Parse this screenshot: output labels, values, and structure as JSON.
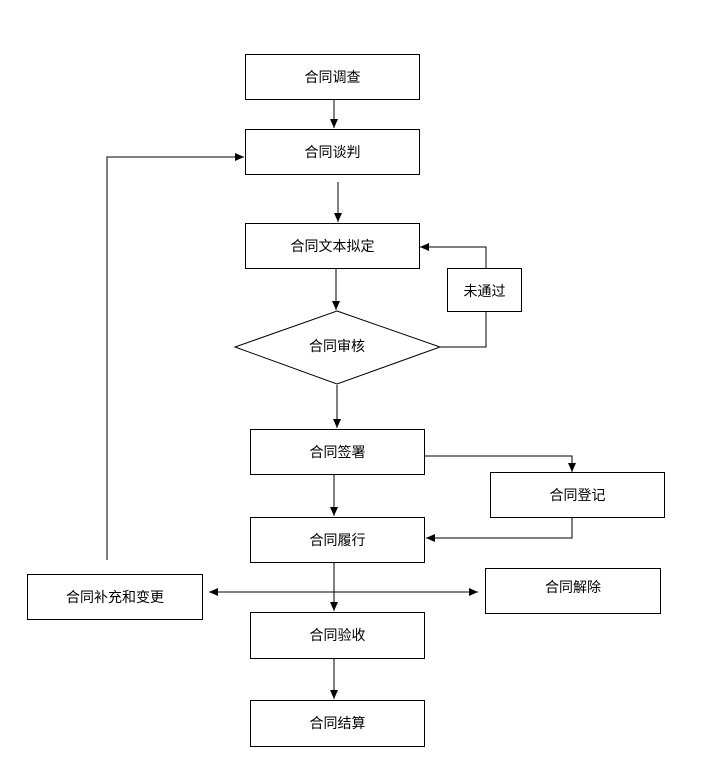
{
  "steps": {
    "investigate": "合同调查",
    "negotiate": "合同谈判",
    "draft": "合同文本拟定",
    "not_passed": "未通过",
    "review": "合同审核",
    "sign": "合同签署",
    "register": "合同登记",
    "perform": "合同履行",
    "supplement": "合同补充和变更",
    "terminate": "合同解除",
    "accept": "合同验收",
    "settle": "合同结算"
  }
}
